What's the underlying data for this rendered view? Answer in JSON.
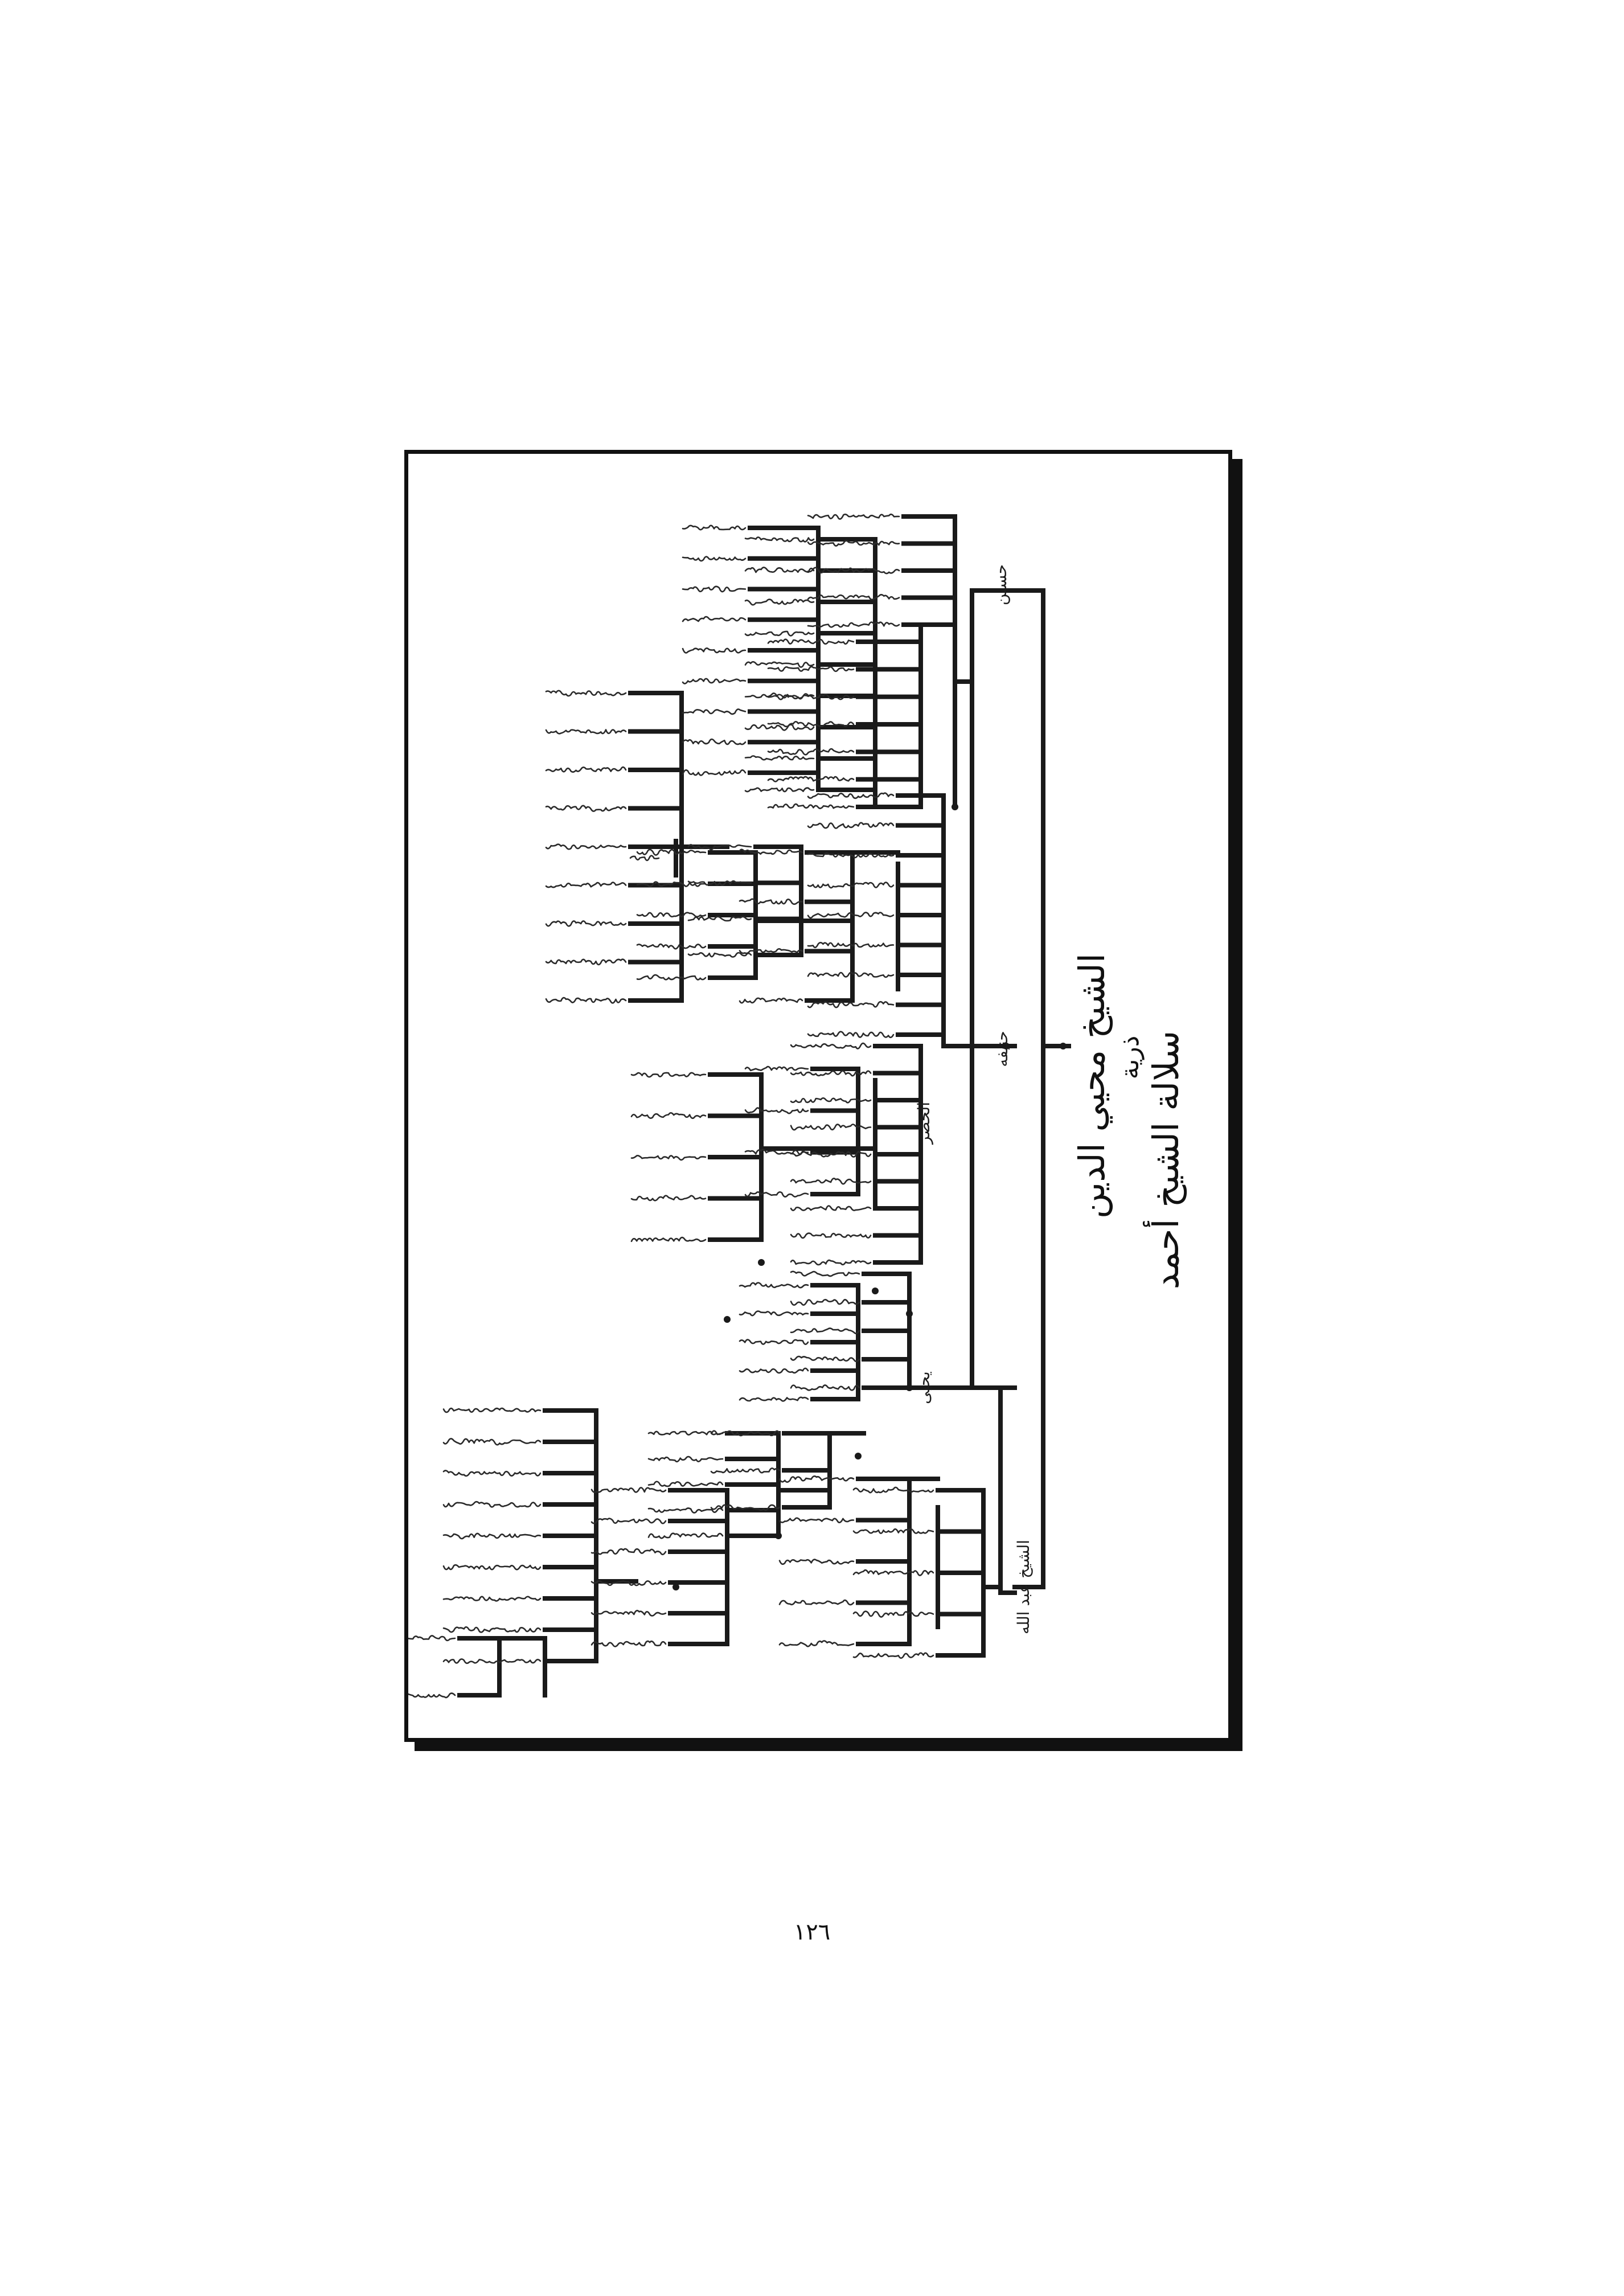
{
  "chart_title": {
    "line1": "سلالة الشيخ أحمد",
    "line2": "ذرية",
    "line3": "الشيخ محيي الدين"
  },
  "branches": {
    "hussein": "حسين",
    "hanifa": "حنيفه",
    "khidr": "الخضر",
    "yahya": "يحيى",
    "sheikh_abdullah": "الشيخ عبد الله"
  },
  "page_number": "١٢٦"
}
